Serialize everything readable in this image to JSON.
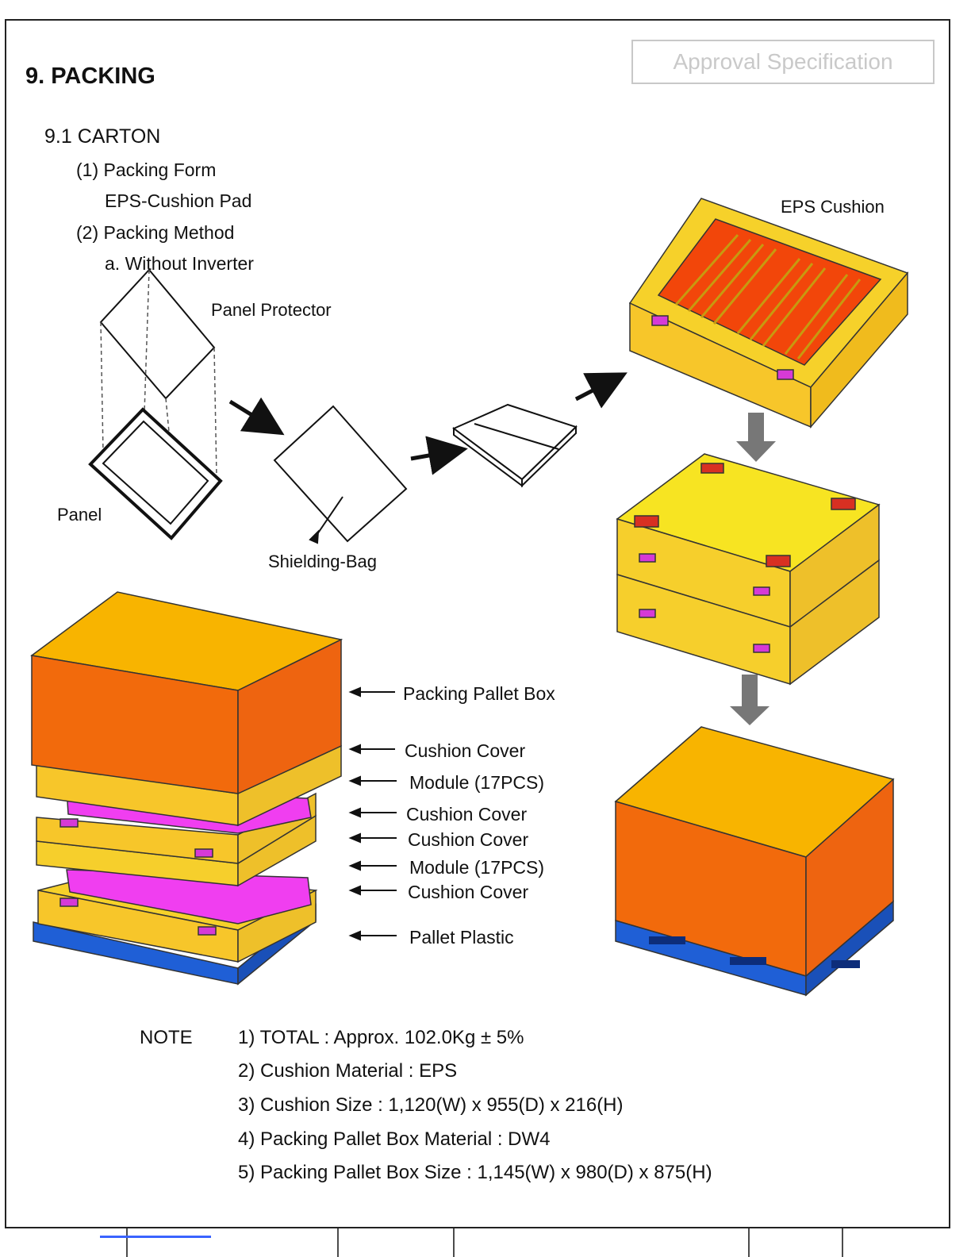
{
  "header": {
    "section_title": "9. PACKING",
    "stamp": "Approval Specification"
  },
  "carton": {
    "subsection": "9.1  CARTON",
    "packing_form_label": "(1) Packing Form",
    "packing_form_value": "EPS-Cushion Pad",
    "packing_method_label": "(2) Packing Method",
    "packing_method_value": "a.  Without Inverter"
  },
  "flow_labels": {
    "panel_protector": "Panel Protector",
    "panel": "Panel",
    "shielding_bag": "Shielding-Bag",
    "eps_cushion": "EPS Cushion"
  },
  "stack_labels": [
    "Packing Pallet Box",
    "Cushion Cover",
    "Module (17PCS)",
    "Cushion Cover",
    "Cushion Cover",
    "Module (17PCS)",
    "Cushion Cover",
    "Pallet Plastic"
  ],
  "notes": {
    "heading": "NOTE",
    "items": [
      "1) TOTAL : Approx. 102.0Kg  ± 5%",
      "2) Cushion Material : EPS",
      "3) Cushion Size : 1,120(W) x 955(D) x 216(H)",
      "4) Packing Pallet Box Material : DW4",
      "5) Packing Pallet Box Size : 1,145(W) x 980(D) x 875(H)"
    ]
  },
  "colors": {
    "box_orange": "#f26a0c",
    "box_top": "#f7b400",
    "cushion_yellow": "#f6d12a",
    "module_magenta": "#f03ef0",
    "pallet_blue": "#1f5fd6",
    "eps_red": "#f2460a"
  }
}
